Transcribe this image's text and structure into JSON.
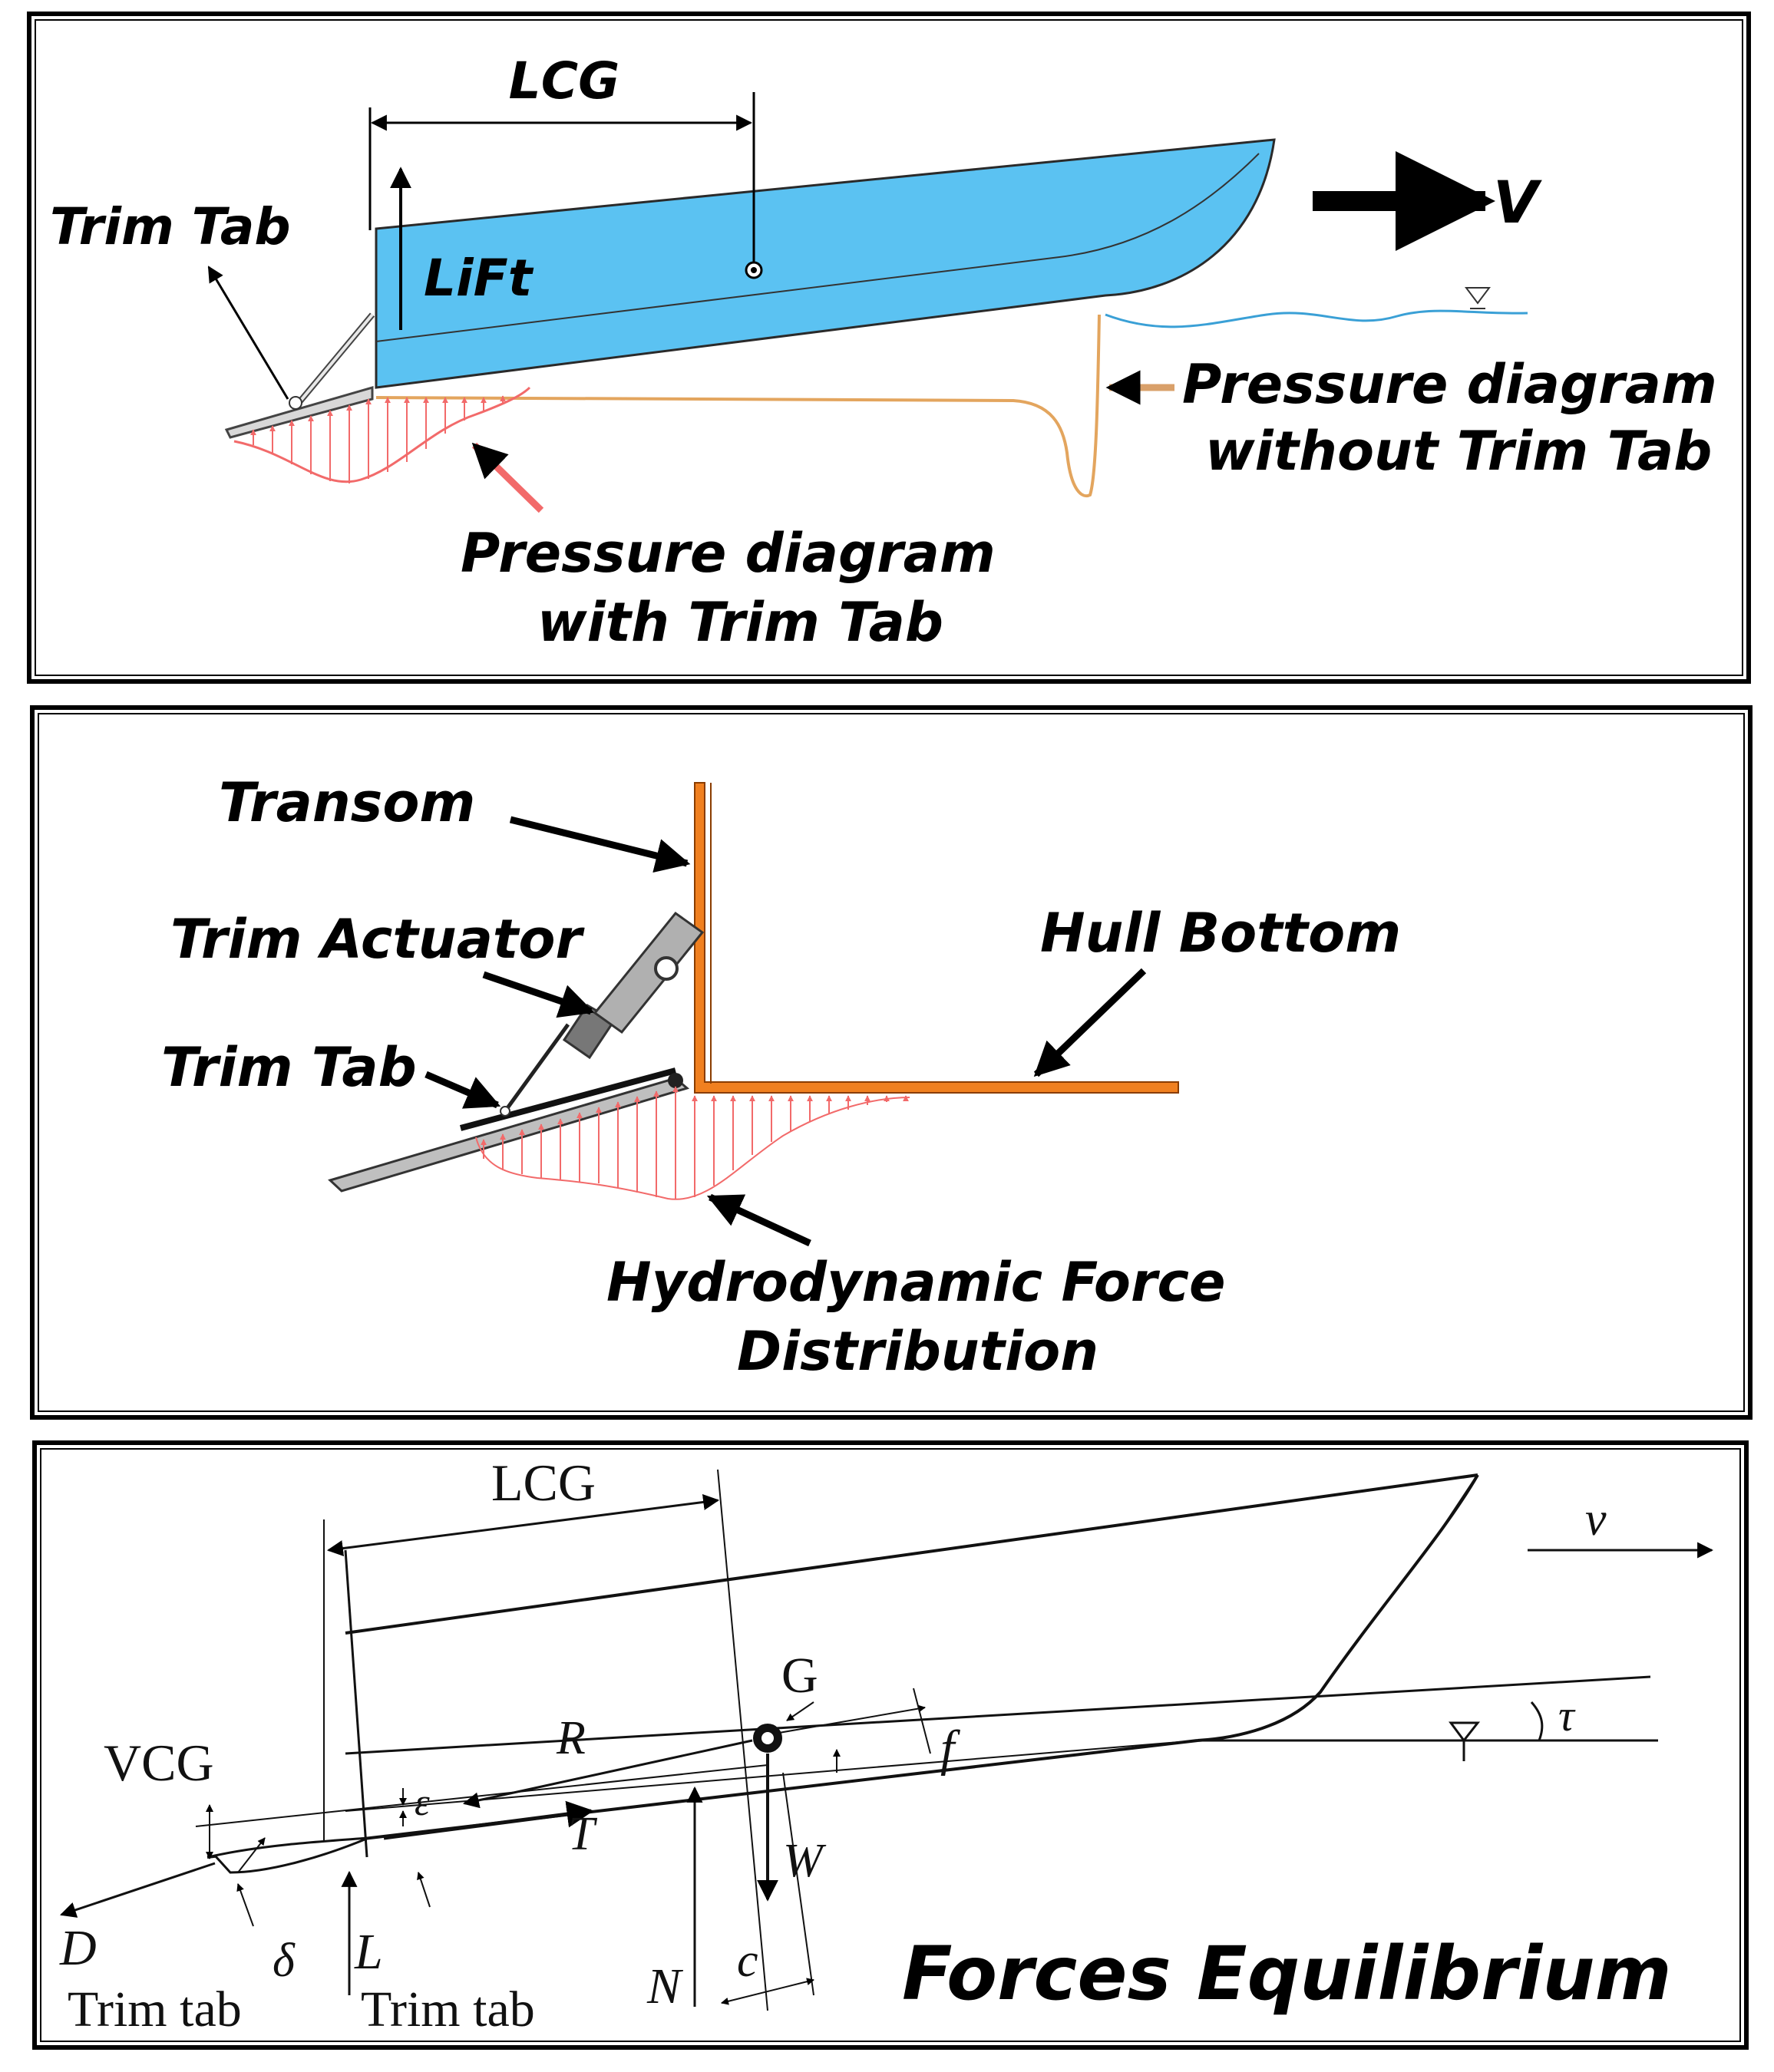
{
  "panel1": {
    "lcg_label": "LCG",
    "trim_tab_label": "Trim Tab",
    "lift_label": "LiFt",
    "velocity_label": "V",
    "pressure_without_line1": "Pressure diagram",
    "pressure_without_line2": "without Trim Tab",
    "pressure_with_line1": "Pressure diagram",
    "pressure_with_line2": "with Trim Tab",
    "colors": {
      "hull": "#5bc2f2",
      "pressure_with": "#f26a6a",
      "pressure_without": "#e3a55e",
      "water": "#3aa0d6"
    }
  },
  "panel2": {
    "transom_label": "Transom",
    "actuator_label": "Trim Actuator",
    "trim_tab_label": "Trim Tab",
    "hull_bottom_label": "Hull Bottom",
    "force_line1": "Hydrodynamic Force",
    "force_line2": "Distribution",
    "colors": {
      "hull": "#f08020",
      "pressure": "#f26a6a",
      "tab": "#bfbfbf"
    }
  },
  "panel3": {
    "lcg_label": "LCG",
    "v_label": "v",
    "g_label": "G",
    "r_label": "R",
    "f_label": "f",
    "vcg_label": "VCG",
    "epsilon_label": "ε",
    "t_label": "T",
    "w_label": "W",
    "tau_label": "τ",
    "d_label": "D",
    "delta_label": "δ",
    "l_label": "L",
    "n_label": "N",
    "c_label": "c",
    "trim_tab_label_1": "Trim tab",
    "trim_tab_label_2": "Trim tab",
    "title": "Forces Equilibrium"
  }
}
